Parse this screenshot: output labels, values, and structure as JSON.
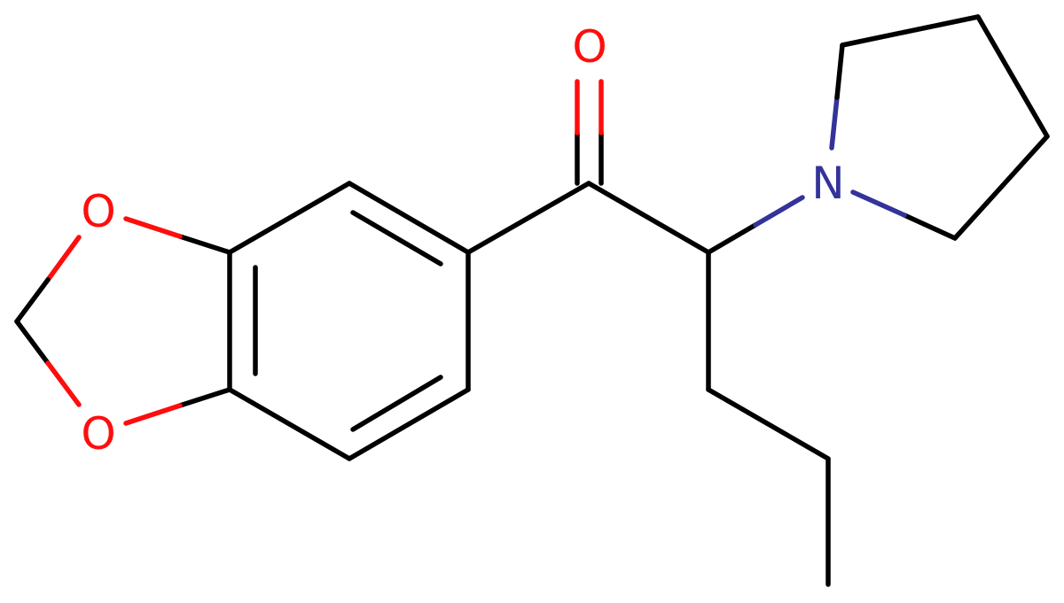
{
  "colors": {
    "carbon": "#000000",
    "oxygen": "#ff0d0d",
    "nitrogen": "#333399",
    "background": "#ffffff"
  },
  "atoms": {
    "o_carbonyl": "O",
    "o_dioxole_top": "O",
    "o_dioxole_bottom": "O",
    "n_pyrrolidine": "N"
  }
}
